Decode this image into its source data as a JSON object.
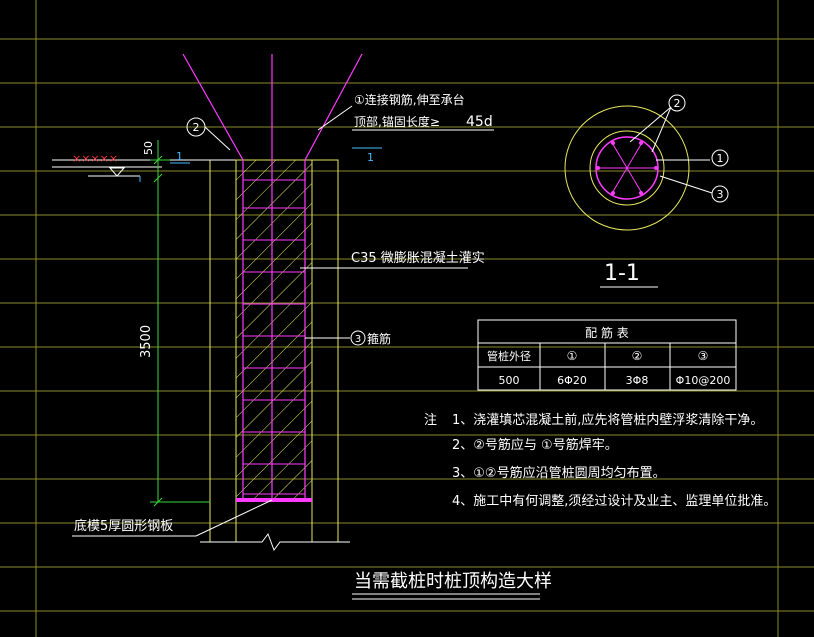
{
  "colors": {
    "background": "#000000",
    "grid": "#8a8a2a",
    "yellow": "#e8e860",
    "white": "#ffffff",
    "magenta": "#ff3bff",
    "green": "#3ad63a",
    "red": "#ff3b3b",
    "cyan": "#4ab8ff"
  },
  "labels": {
    "tag_2": "2",
    "note_top_line1": "①连接钢筋,伸至承台",
    "note_top_line2": "顶部,锚固长度≥",
    "anchor_value": "45d",
    "dim_50": "50",
    "dim_3500": "3500",
    "elev_marks": "×××××",
    "elev_tick_1": "1",
    "elev_tick_2": "1",
    "concrete_note": "C35 微膨胀混凝土灌实",
    "stirrup_tag": "3",
    "stirrup_label": "箍筋",
    "base_plate": "底模5厚圆形钢板",
    "title": "当需截桩时桩顶构造大样"
  },
  "section": {
    "title": "1-1",
    "tag_1": "1",
    "tag_2": "2",
    "tag_3": "3"
  },
  "rebar_table": {
    "title": "配 筋 表",
    "headers": [
      "管桩外径",
      "①",
      "②",
      "③"
    ],
    "row": [
      "500",
      "6Φ20",
      "3Φ8",
      "Φ10@200"
    ]
  },
  "notes": {
    "prefix": "注",
    "items": [
      "1、浇灌填芯混凝土前,应先将管桩内壁浮浆清除干净。",
      "2、②号筋应与 ①号筋焊牢。",
      "3、①②号筋应沿管桩圆周均匀布置。",
      "4、施工中有何调整,须经过设计及业主、监理单位批准。"
    ]
  }
}
